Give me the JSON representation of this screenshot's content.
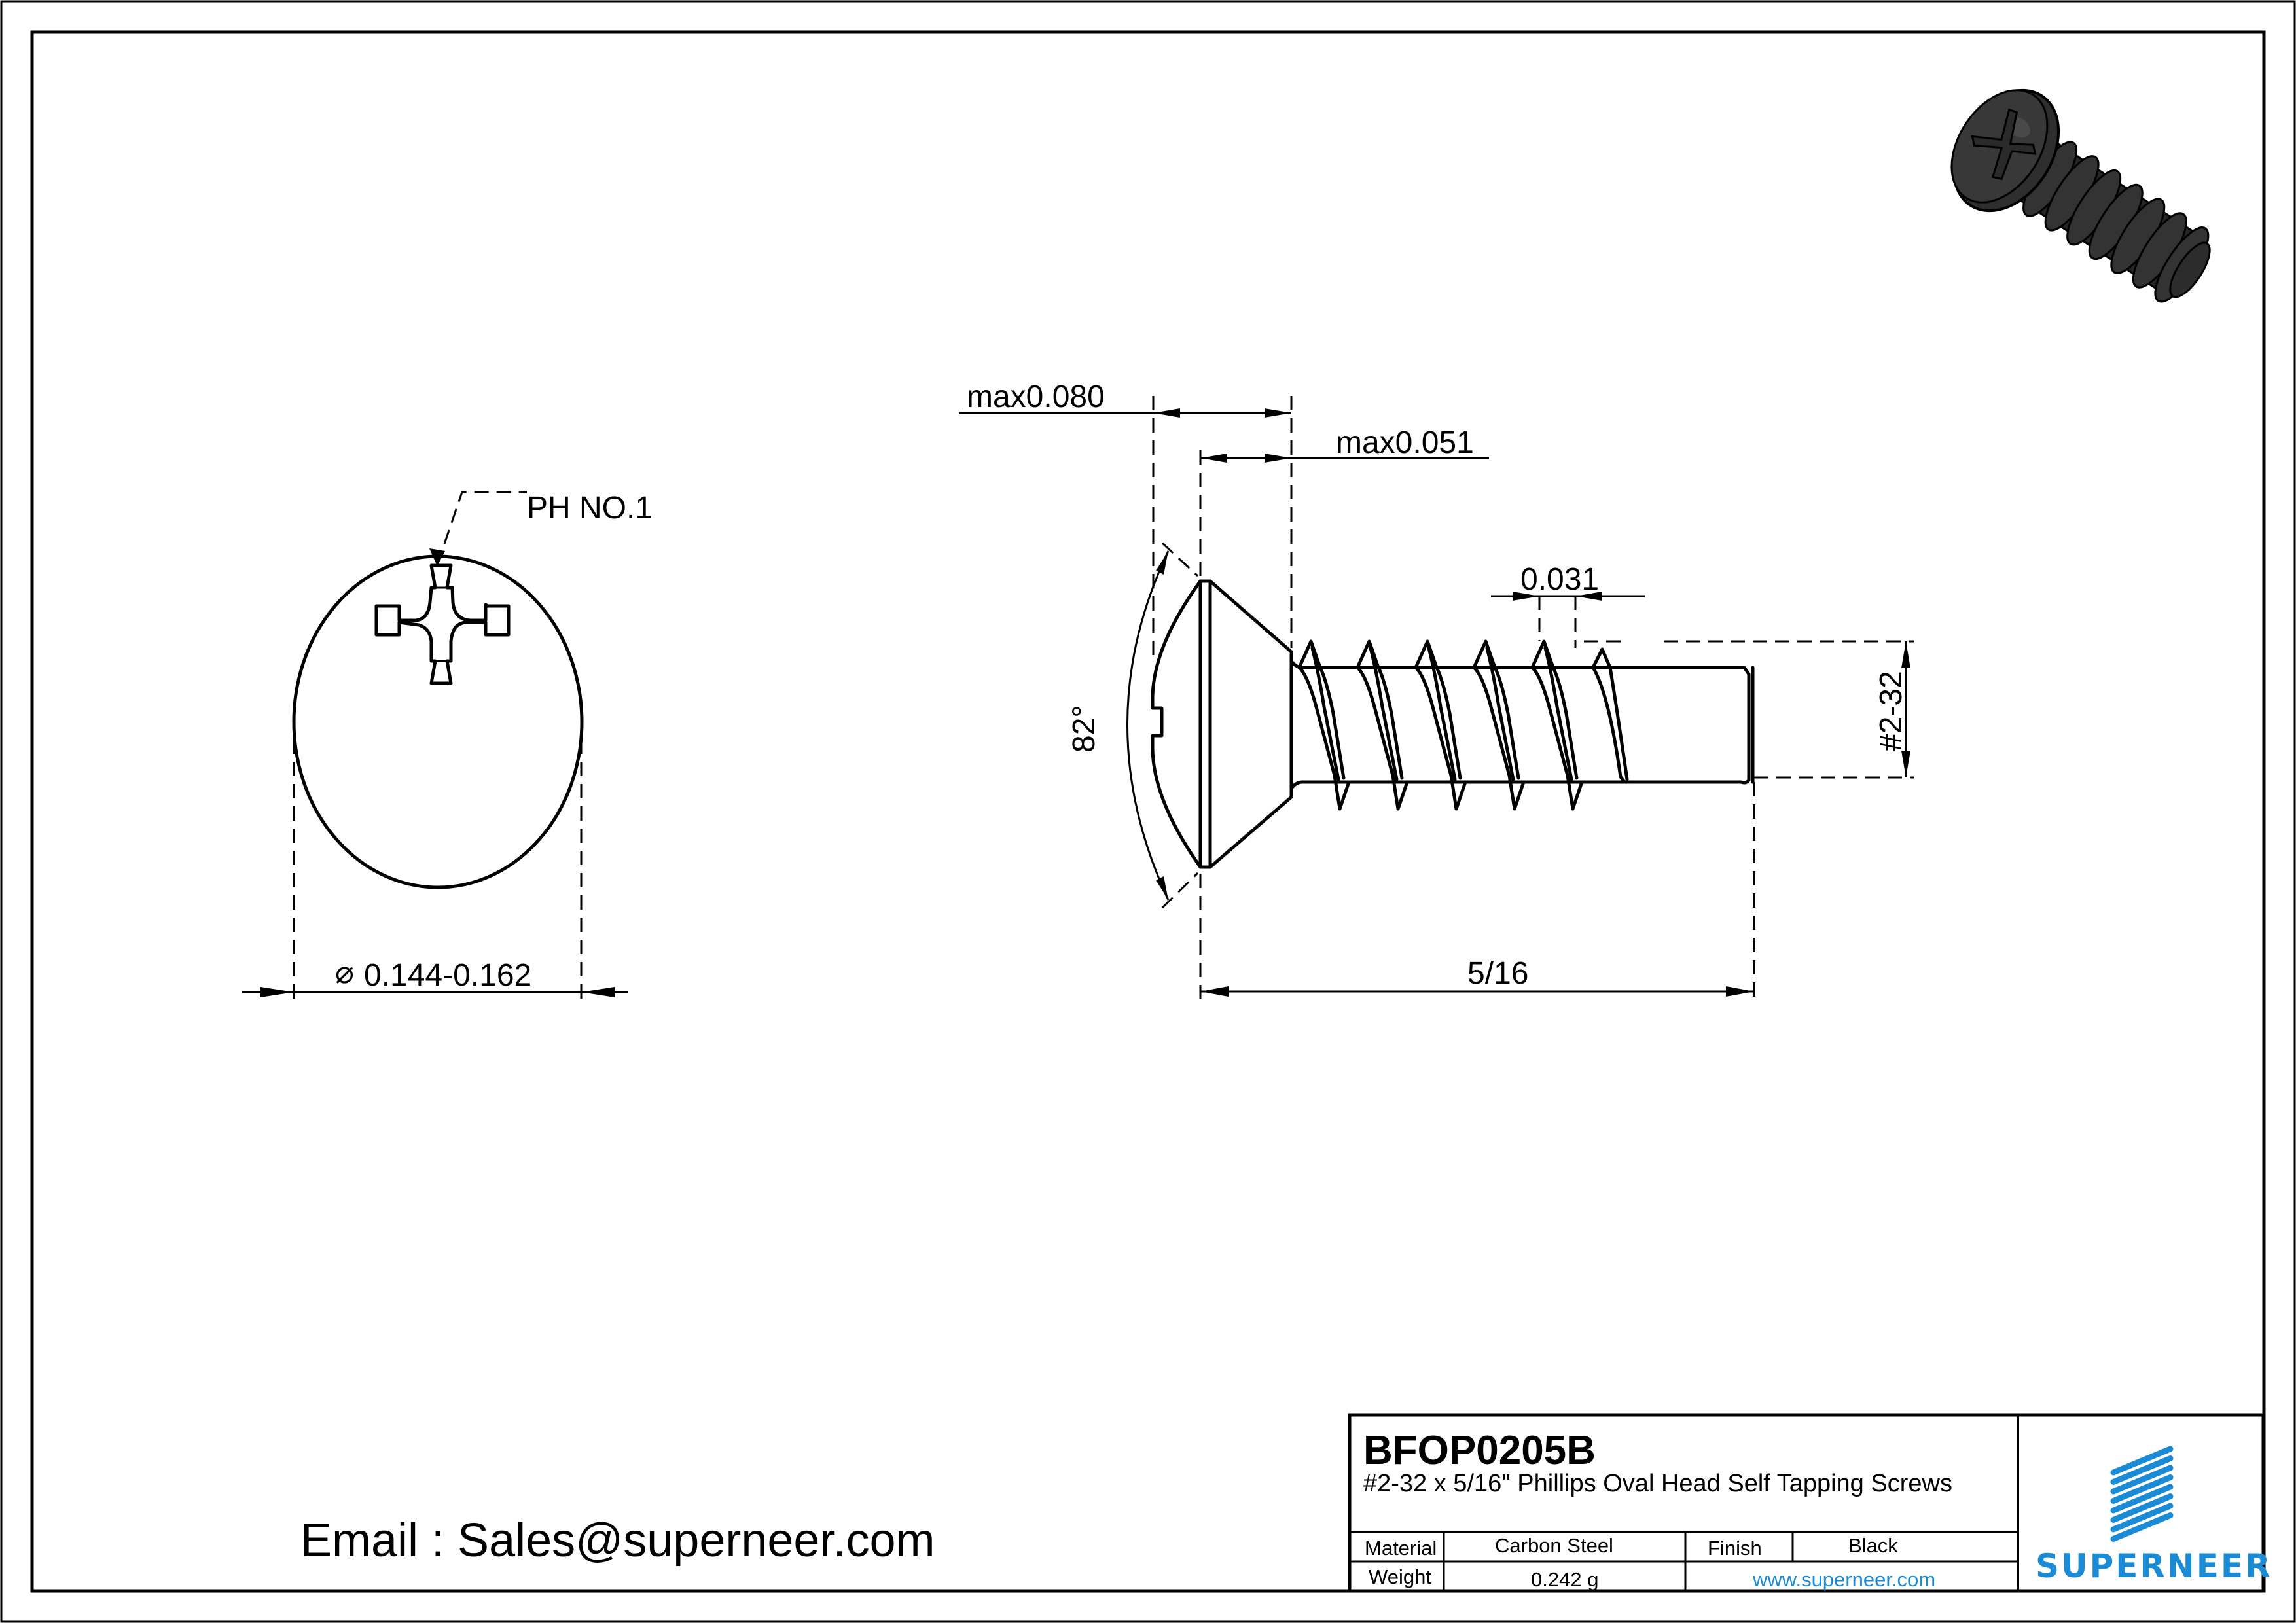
{
  "drawing": {
    "part_number": "BFOP0205B",
    "description": "#2-32 x 5/16\" Phillips Oval Head Self Tapping Screws",
    "email_line": "Email : Sales@superneer.com",
    "colors": {
      "line": "#000000",
      "brand_blue": "#1b8bd6",
      "render_body": "#2b2b2b"
    }
  },
  "top_view": {
    "drive_label": "PH NO.1",
    "diameter_symbol": "⌀",
    "diameter_value": "0.144-0.162"
  },
  "side_view": {
    "head_height_label": "max0.080",
    "countersink_depth_label": "max0.051",
    "pitch_label": "0.031",
    "thread_size_label": "#2-32",
    "head_angle_label": "82°",
    "length_label": "5/16"
  },
  "title_block": {
    "material_label": "Material",
    "material_value": "Carbon Steel",
    "finish_label": "Finish",
    "finish_value": "Black",
    "weight_label": "Weight",
    "weight_value": "0.242 g",
    "website": "www.superneer.com",
    "brand_name": "SUPERNEER",
    "logo_icon": "striped-parallelogram-logo"
  },
  "render": {
    "icon": "3d-screw-render"
  }
}
